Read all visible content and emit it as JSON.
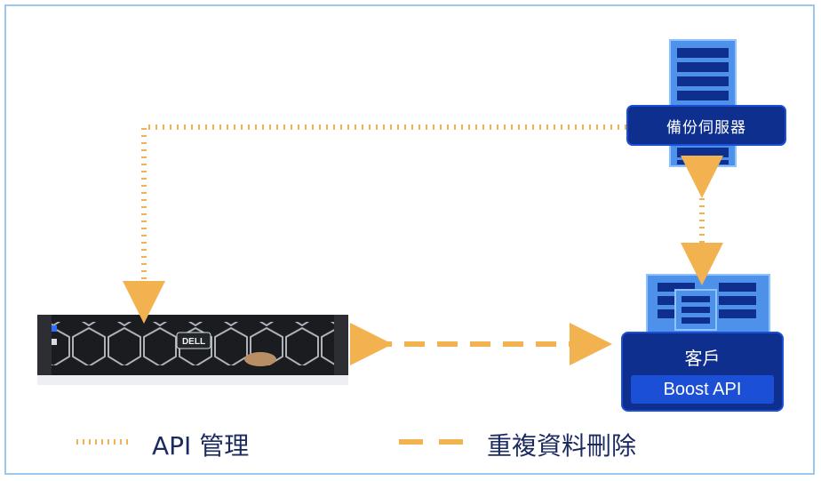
{
  "diagram": {
    "backup_server": {
      "label": "備份伺服器"
    },
    "client": {
      "title": "客戶",
      "api_label": "Boost API"
    },
    "storage_appliance": {
      "brand_logo": "DELL"
    },
    "legend": {
      "api_management": "API 管理",
      "deduplication": "重複資料刪除"
    },
    "colors": {
      "frame": "#9cc8ee",
      "connector": "#f2b24f",
      "dark_blue": "#0f2f8f",
      "mid_blue": "#1a4fd6",
      "light_blue": "#4e91ea",
      "text": "#1b2a5f"
    }
  }
}
